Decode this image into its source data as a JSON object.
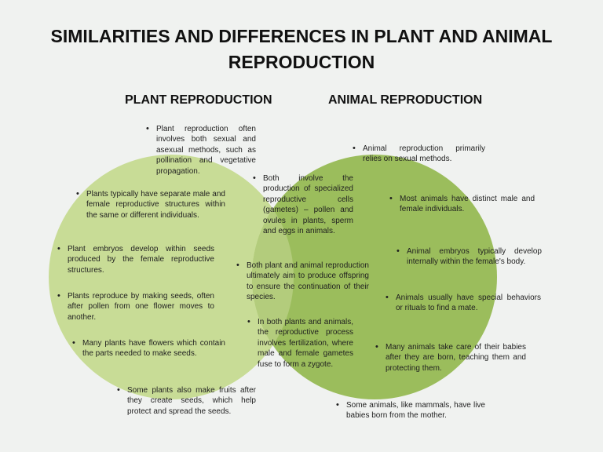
{
  "title": "SIMILARITIES AND DIFFERENCES IN PLANT AND ANIMAL REPRODUCTION",
  "colors": {
    "background": "#f0f2f0",
    "plant_circle": "#c8dc96",
    "animal_circle": "#9bbd5c",
    "overlap": "#b3cc7c"
  },
  "plant": {
    "label": "PLANT REPRODUCTION",
    "items": [
      "Plant reproduction often involves both sexual and asexual methods, such as pollination and vegetative propagation.",
      "Plants typically have separate male and female reproductive structures within the same or different individuals.",
      "Plant embryos develop within seeds produced by the female reproductive structures.",
      "Plants reproduce by making seeds, often after pollen from one flower moves to another.",
      "Many plants have flowers which contain the parts needed to make seeds.",
      "Some plants also make fruits after they create seeds, which help protect and spread the seeds."
    ]
  },
  "both": {
    "items": [
      "Both involve the production of specialized reproductive cells (gametes) – pollen and ovules in plants, sperm and eggs in animals.",
      "Both plant and animal reproduction ultimately aim to produce offspring to ensure the continuation of their species.",
      "In both plants and animals, the reproductive process involves fertilization, where male and female gametes fuse to form a zygote."
    ]
  },
  "animal": {
    "label": "ANIMAL REPRODUCTION",
    "items": [
      "Animal reproduction primarily relies on sexual methods.",
      "Most animals have distinct male and female individuals.",
      "Animal embryos typically develop internally within the female's body.",
      "Animals usually have special behaviors or rituals to find a mate.",
      "Many animals take care of their babies after they are born, teaching them and protecting them.",
      "Some animals, like mammals, have live babies born from the mother."
    ]
  }
}
